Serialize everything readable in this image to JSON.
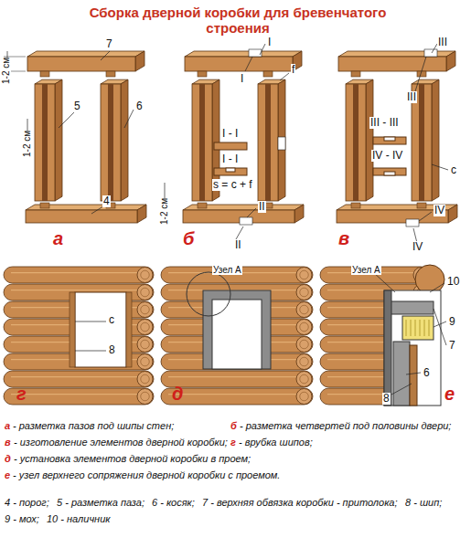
{
  "diagram": {
    "title": "Сборка дверной коробки для бревенчатого строения",
    "labels": [
      "7",
      "1-2 см",
      "5",
      "6",
      "1-2 см",
      "4",
      "а",
      "I",
      "I",
      "f",
      "I - I",
      "I - I",
      "s = c + f",
      "1-2 см",
      "II",
      "II",
      "б",
      "III",
      "III",
      "III - III",
      "IV - IV",
      "c",
      "IV",
      "IV",
      "в",
      "c",
      "8",
      "г",
      "Узел А",
      "д",
      "Узел А",
      "10",
      "9",
      "7",
      "6",
      "8",
      "е",
      "а",
      "- разметка пазов под шипы стен;",
      "б",
      "- разметка четвертей под половины двери;",
      "в",
      "- изготовление элементов дверной коробки;",
      "г",
      "- врубка шипов;",
      "д",
      "- установка элементов дверной коробки в проем;",
      "е",
      "- узел верхнего сопряжения дверной коробки с проемом.",
      "4 - порог;",
      "5 - разметка паза;",
      "6 - косяк;",
      "7 - верхняя обвязка коробки - притолока;",
      "8 - шип;",
      "9 - мох;",
      "10 - наличник"
    ]
  }
}
